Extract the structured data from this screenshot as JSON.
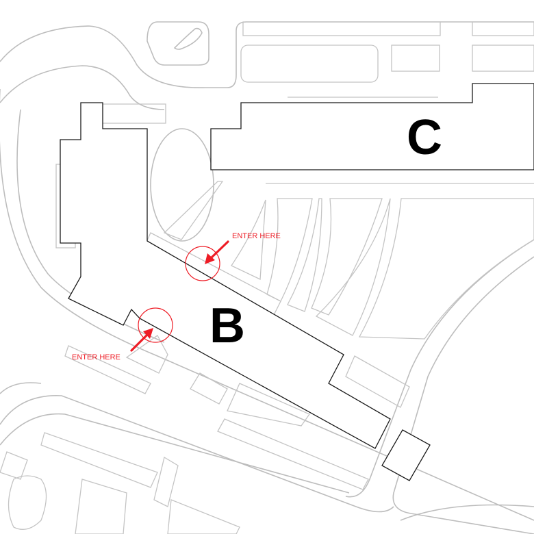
{
  "buildings": [
    {
      "id": "C",
      "label": "C"
    },
    {
      "id": "B",
      "label": "B"
    }
  ],
  "entrances": [
    {
      "building": "B",
      "label": "ENTER HERE"
    },
    {
      "building": "B",
      "label": "ENTER HERE"
    }
  ],
  "colors": {
    "building_outline": "#1a1a1a",
    "road_lines": "#bdbdbd",
    "entrance_marker": "#ee1c25",
    "label": "#000000"
  }
}
